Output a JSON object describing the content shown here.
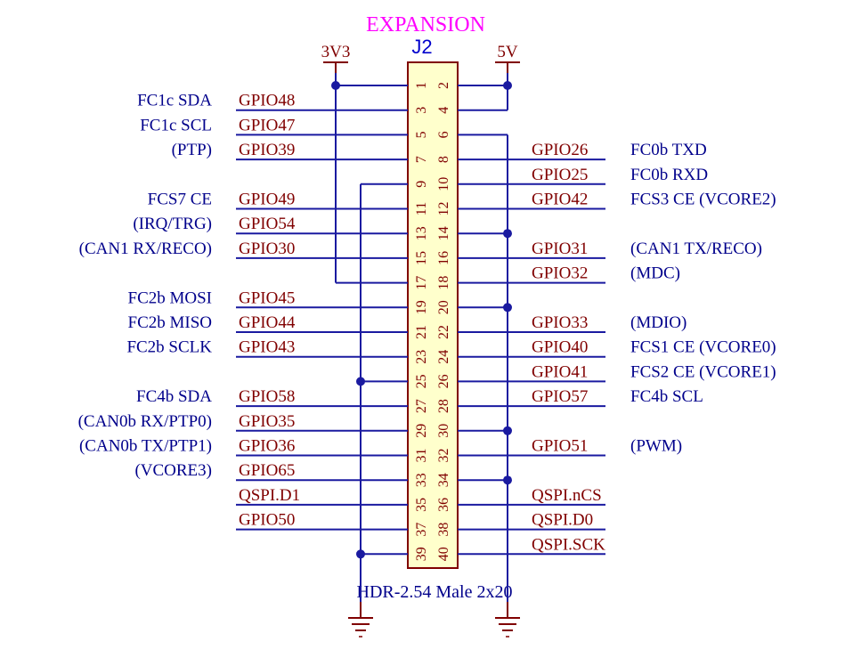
{
  "sheet": {
    "title": "EXPANSION",
    "ref": "J2",
    "footprint": "HDR-2.54 Male 2x20",
    "power": {
      "left": "3V3",
      "right": "5V"
    }
  },
  "colors": {
    "wire": "#1a1aa0",
    "netlabel": "#800000",
    "signal_text": "#00008b",
    "title": "#ff00ff",
    "ref": "#0000cc",
    "body_fill": "#ffffcc",
    "body_stroke": "#800000",
    "gnd": "#800000"
  },
  "left_pins": [
    {
      "pin": "1",
      "net": "3V3",
      "desc": ""
    },
    {
      "pin": "3",
      "net": "GPIO48",
      "desc": "FC1c SDA"
    },
    {
      "pin": "5",
      "net": "GPIO47",
      "desc": "FC1c SCL"
    },
    {
      "pin": "7",
      "net": "GPIO39",
      "desc": "(PTP)"
    },
    {
      "pin": "9",
      "net": "GND",
      "desc": ""
    },
    {
      "pin": "11",
      "net": "GPIO49",
      "desc": "FCS7 CE"
    },
    {
      "pin": "13",
      "net": "GPIO54",
      "desc": "(IRQ/TRG)"
    },
    {
      "pin": "15",
      "net": "GPIO30",
      "desc": "(CAN1 RX/RECO)"
    },
    {
      "pin": "17",
      "net": "3V3",
      "desc": ""
    },
    {
      "pin": "19",
      "net": "GPIO45",
      "desc": "FC2b MOSI"
    },
    {
      "pin": "21",
      "net": "GPIO44",
      "desc": "FC2b MISO"
    },
    {
      "pin": "23",
      "net": "GPIO43",
      "desc": "FC2b SCLK"
    },
    {
      "pin": "25",
      "net": "GND",
      "desc": ""
    },
    {
      "pin": "27",
      "net": "GPIO58",
      "desc": "FC4b SDA"
    },
    {
      "pin": "29",
      "net": "GPIO35",
      "desc": "(CAN0b RX/PTP0)"
    },
    {
      "pin": "31",
      "net": "GPIO36",
      "desc": "(CAN0b TX/PTP1)"
    },
    {
      "pin": "33",
      "net": "GPIO65",
      "desc": "(VCORE3)"
    },
    {
      "pin": "35",
      "net": "QSPI.D1",
      "desc": ""
    },
    {
      "pin": "37",
      "net": "GPIO50",
      "desc": ""
    },
    {
      "pin": "39",
      "net": "GND",
      "desc": ""
    }
  ],
  "right_pins": [
    {
      "pin": "2",
      "net": "5V",
      "desc": ""
    },
    {
      "pin": "4",
      "net": "5V",
      "desc": ""
    },
    {
      "pin": "6",
      "net": "GND",
      "desc": ""
    },
    {
      "pin": "8",
      "net": "GPIO26",
      "desc": "FC0b TXD"
    },
    {
      "pin": "10",
      "net": "GPIO25",
      "desc": "FC0b RXD"
    },
    {
      "pin": "12",
      "net": "GPIO42",
      "desc": "FCS3 CE (VCORE2)"
    },
    {
      "pin": "14",
      "net": "GND",
      "desc": ""
    },
    {
      "pin": "16",
      "net": "GPIO31",
      "desc": "(CAN1 TX/RECO)"
    },
    {
      "pin": "18",
      "net": "GPIO32",
      "desc": "(MDC)"
    },
    {
      "pin": "20",
      "net": "GND",
      "desc": ""
    },
    {
      "pin": "22",
      "net": "GPIO33",
      "desc": "(MDIO)"
    },
    {
      "pin": "24",
      "net": "GPIO40",
      "desc": "FCS1 CE (VCORE0)"
    },
    {
      "pin": "26",
      "net": "GPIO41",
      "desc": "FCS2 CE (VCORE1)"
    },
    {
      "pin": "28",
      "net": "GPIO57",
      "desc": "FC4b SCL"
    },
    {
      "pin": "30",
      "net": "GND",
      "desc": ""
    },
    {
      "pin": "32",
      "net": "GPIO51",
      "desc": "(PWM)"
    },
    {
      "pin": "34",
      "net": "GND",
      "desc": ""
    },
    {
      "pin": "36",
      "net": "QSPI.nCS",
      "desc": ""
    },
    {
      "pin": "38",
      "net": "QSPI.D0",
      "desc": ""
    },
    {
      "pin": "40",
      "net": "QSPI.SCK",
      "desc": ""
    }
  ]
}
